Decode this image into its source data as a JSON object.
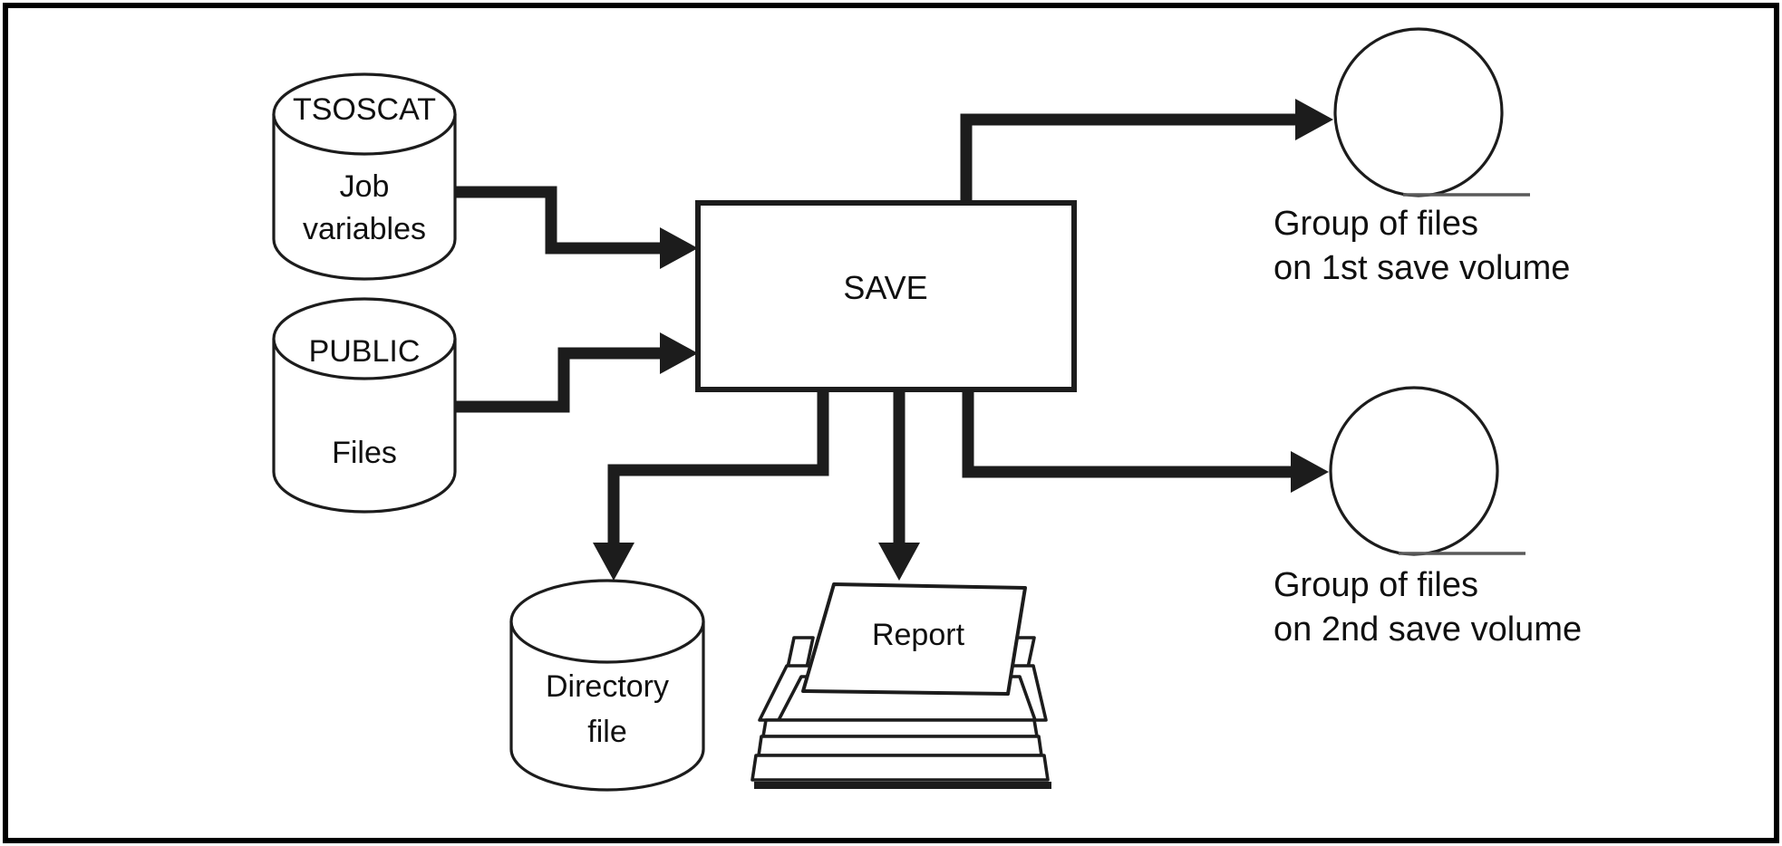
{
  "diagram": {
    "colors": {
      "background": "#ffffff",
      "line": "#1c1c1c",
      "text": "#101010",
      "tape_underline": "#5a5a5a",
      "border": "#000000"
    },
    "tsoscat_db": {
      "title": "TSOSCAT",
      "line1": "Job",
      "line2": "variables"
    },
    "public_db": {
      "title": "PUBLIC",
      "line1": "Files"
    },
    "save_process": {
      "label": "SAVE"
    },
    "directory_db": {
      "line1": "Directory",
      "line2": "file"
    },
    "printer": {
      "label": "Report"
    },
    "volume1": {
      "line1": "Group of files",
      "line2": "on 1st save volume"
    },
    "volume2": {
      "line1": "Group of files",
      "line2": "on 2nd save volume"
    }
  }
}
